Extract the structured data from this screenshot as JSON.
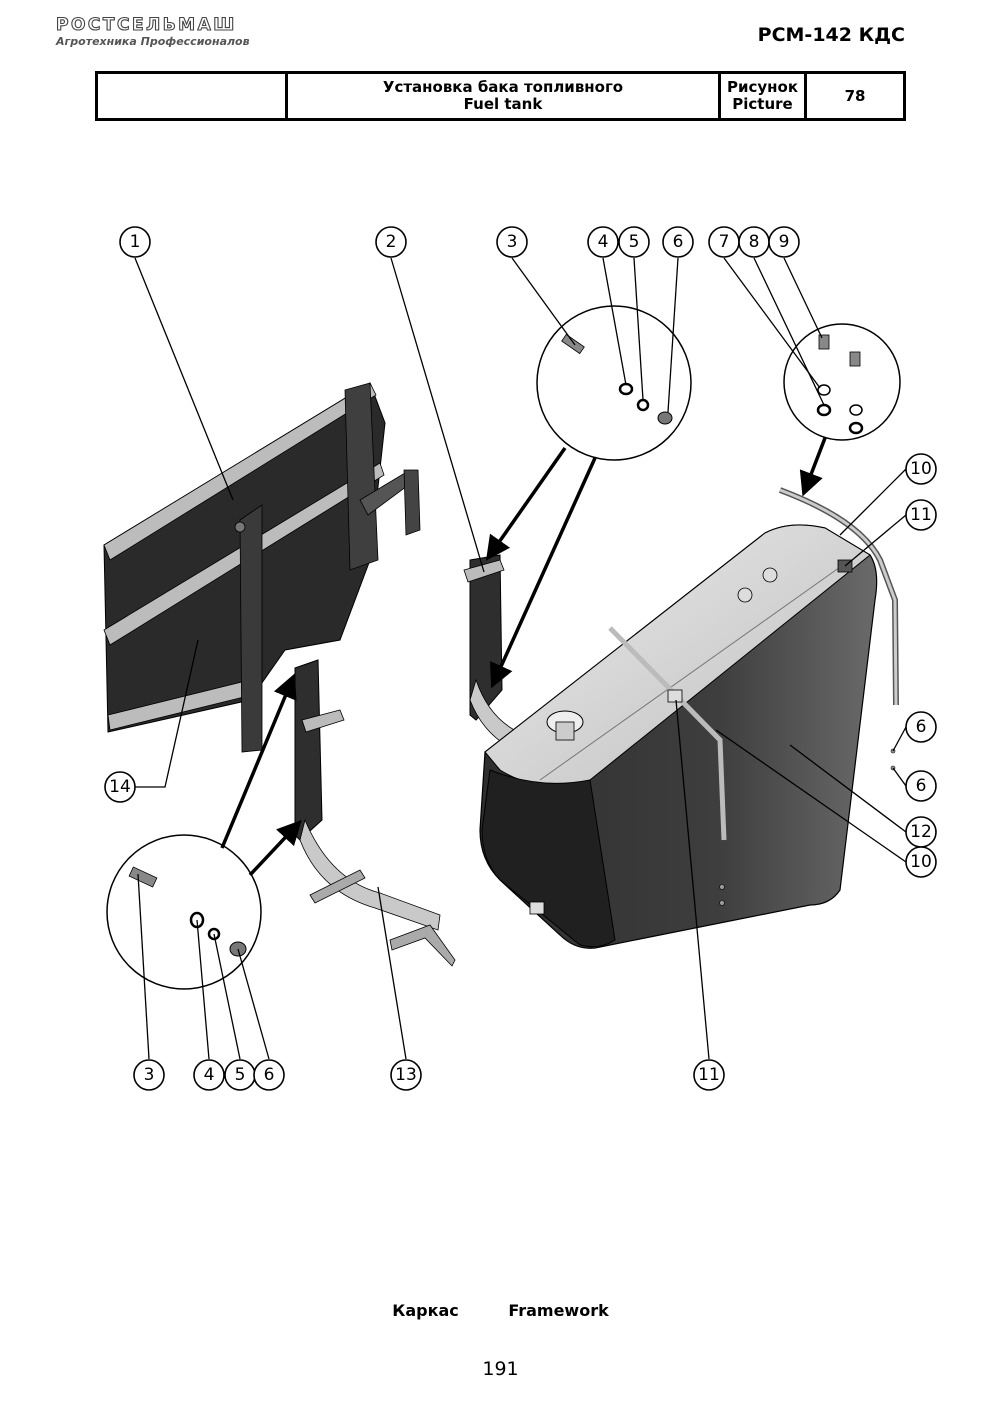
{
  "header": {
    "logo_text": "РОСТСЕЛЬМАШ",
    "logo_tagline": "Агротехника Профессионалов",
    "model": "РСМ-142 КДС"
  },
  "title_block": {
    "empty_cell": "",
    "title_ru": "Установка бака топливного",
    "title_en": "Fuel tank",
    "figure_label_ru": "Рисунок",
    "figure_label_en": "Picture",
    "figure_number": "78"
  },
  "callouts": [
    {
      "label": "1"
    },
    {
      "label": "2"
    },
    {
      "label": "3"
    },
    {
      "label": "4"
    },
    {
      "label": "5"
    },
    {
      "label": "6"
    },
    {
      "label": "7"
    },
    {
      "label": "8"
    },
    {
      "label": "9"
    },
    {
      "label": "10"
    },
    {
      "label": "11"
    },
    {
      "label": "6"
    },
    {
      "label": "6"
    },
    {
      "label": "12"
    },
    {
      "label": "10"
    },
    {
      "label": "14"
    },
    {
      "label": "3"
    },
    {
      "label": "4"
    },
    {
      "label": "5"
    },
    {
      "label": "6"
    },
    {
      "label": "13"
    },
    {
      "label": "11"
    }
  ],
  "caption": {
    "ru": "Каркас",
    "en": "Framework"
  },
  "page_number": "191"
}
